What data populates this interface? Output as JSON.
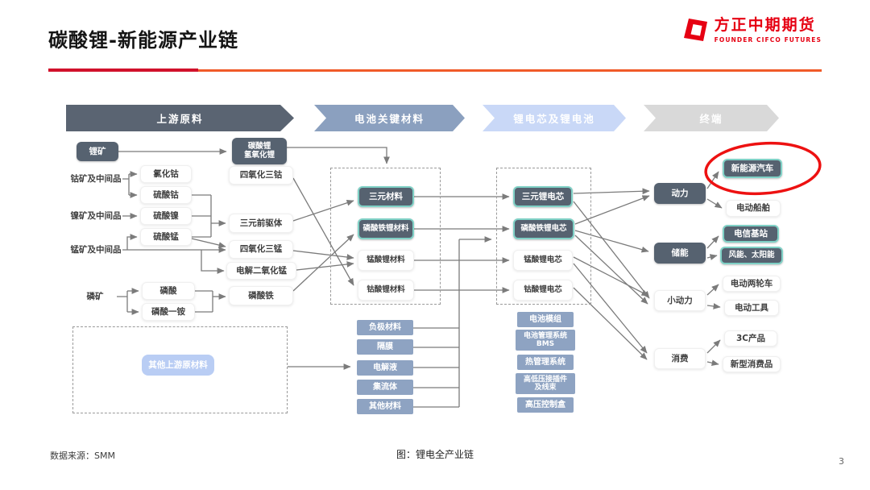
{
  "slide": {
    "title": "碳酸锂-新能源产业链",
    "source": "数据来源：SMM",
    "caption": "图：锂电全产业链",
    "page_number": "3"
  },
  "logo": {
    "name_cn": "方正中期期货",
    "name_en": "FOUNDER CIFCO FUTURES"
  },
  "stages": [
    {
      "label": "上游原料"
    },
    {
      "label": "电池关键材料"
    },
    {
      "label": "锂电芯及锂电池"
    },
    {
      "label": "终端"
    }
  ],
  "nodes": {
    "li_ore": "锂矿",
    "li_salt": "碳酸锂\n氢氧化锂",
    "co_ore": "钴矿及中间品",
    "cocl2": "氯化钴",
    "coso4": "硫酸钴",
    "ni_ore": "镍矿及中间品",
    "niso4": "硫酸镍",
    "mnso4": "硫酸锰",
    "mn_ore": "锰矿及中间品",
    "co3o4": "四氧化三钴",
    "precursor": "三元前驱体",
    "mn3o4": "四氧化三锰",
    "emd": "电解二氧化锰",
    "p_ore": "磷矿",
    "h3po4": "磷酸",
    "map": "磷酸一铵",
    "fepo4": "磷酸铁",
    "other_upstream": "其他上游原材料",
    "ternary_mat": "三元材料",
    "lfp_mat": "磷酸铁锂材料",
    "lmo_mat": "锰酸锂材料",
    "lco_mat": "钴酸锂材料",
    "anode": "负极材料",
    "separator": "隔膜",
    "electrolyte": "电解液",
    "current_collector": "集流体",
    "other_mat": "其他材料",
    "ternary_cell": "三元锂电芯",
    "lfp_cell": "磷酸铁锂电芯",
    "lmo_cell": "锰酸锂电芯",
    "lco_cell": "钴酸锂电芯",
    "module": "电池模组",
    "bms": "电池管理系统\nBMS",
    "thermal": "热管理系统",
    "harness": "高低压接插件\n及线束",
    "hv_box": "高压控制盒",
    "power": "动力",
    "storage": "储能",
    "small_power": "小动力",
    "consumer": "消费",
    "nev": "新能源汽车",
    "e_ship": "电动船舶",
    "telecom_base": "电信基站",
    "wind_solar": "风能、太阳能",
    "e_bike": "电动两轮车",
    "e_tool": "电动工具",
    "c3_products": "3C产品",
    "new_consumer": "新型消费品"
  },
  "colors": {
    "dark_box": "#566270",
    "teal_highlight_border": "#7fd1c6",
    "blue_rect": "#8ea3c2",
    "light_blue_box": "#b9cdf4",
    "stage1": "#5a6472",
    "stage2": "#8ba0bf",
    "stage3": "#c9d8f7",
    "stage4": "#d9d9d9",
    "brand_red": "#e60012",
    "divider_dark_red": "#d1112b",
    "divider_orange": "#f05a28",
    "highlight_ellipse_red": "#ed1111"
  }
}
